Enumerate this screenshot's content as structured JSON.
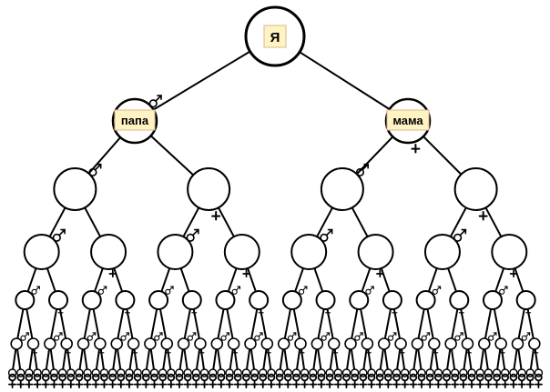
{
  "tree": {
    "root_label": "Я",
    "father_label": "папа",
    "mother_label": "мама",
    "generations": 7,
    "colors": {
      "line": "#000000",
      "node_fill": "#ffffff",
      "label_fill": "#fff3c4",
      "label_border": "#d9b98a"
    },
    "symbols": {
      "male": "male-symbol-icon",
      "female": "female-symbol-icon"
    }
  }
}
